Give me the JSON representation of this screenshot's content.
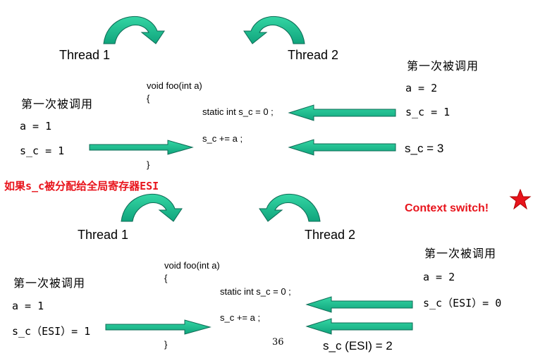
{
  "colors": {
    "arrow_fill": "#1fbf8f",
    "arrow_stroke": "#0d6b55",
    "red_text": "#e8141c",
    "star": "#e8141c"
  },
  "icons": {
    "curved_arrow": "curved-arrow-icon",
    "straight_arrow": "block-arrow-icon",
    "star": "star-icon"
  },
  "top": {
    "thread1": "Thread 1",
    "thread2": "Thread 2",
    "left": {
      "heading": "第一次被调用",
      "a": "a = 1",
      "s_c": "s_c = 1"
    },
    "right": {
      "heading": "第一次被调用",
      "a": "a = 2",
      "s_c": "s_c = 1",
      "s_c_after": "s_c = 3"
    },
    "code": {
      "line1": "void foo(int a)",
      "line2": "{",
      "line3": "static int s_c = 0 ;",
      "line4": "s_c += a ;",
      "line5": "}"
    }
  },
  "note_red": "如果s_c被分配给全局寄存器ESI",
  "context_switch": "Context switch!",
  "bottom": {
    "thread1": "Thread 1",
    "thread2": "Thread 2",
    "left": {
      "heading": "第一次被调用",
      "a": "a = 1",
      "s_c": "s_c（ESI）= 1"
    },
    "right": {
      "heading": "第一次被调用",
      "a": "a = 2",
      "s_c": "s_c（ESI）= 0",
      "s_c_after": "s_c (ESI) = 2"
    },
    "code": {
      "line1": "void foo(int a)",
      "line2": "{",
      "line3": "static int s_c = 0 ;",
      "line4": "s_c += a ;",
      "line5": "}"
    }
  },
  "page_number": "36"
}
